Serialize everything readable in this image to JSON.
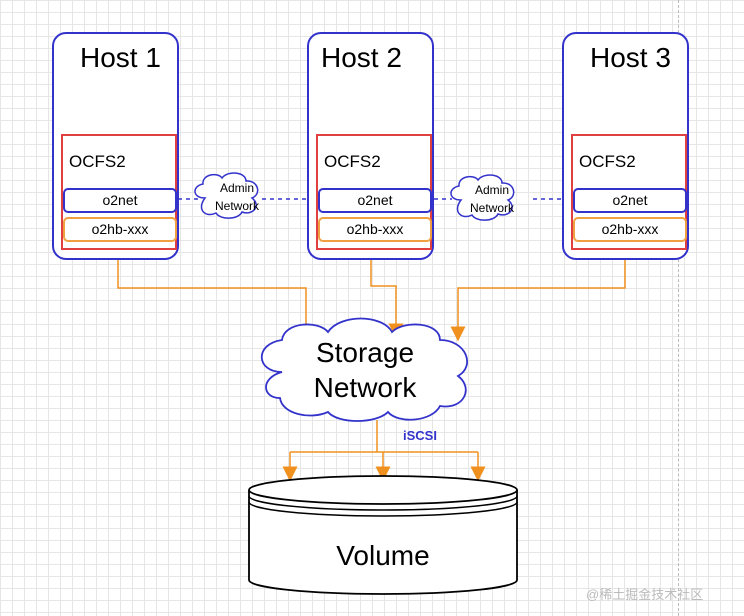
{
  "hosts": [
    {
      "title": "Host 1",
      "ocfs_label": "OCFS2",
      "o2net": "o2net",
      "o2hb": "o2hb-xxx"
    },
    {
      "title": "Host 2",
      "ocfs_label": "OCFS2",
      "o2net": "o2net",
      "o2hb": "o2hb-xxx"
    },
    {
      "title": "Host 3",
      "ocfs_label": "OCFS2",
      "o2net": "o2net",
      "o2hb": "o2hb-xxx"
    }
  ],
  "admin_networks": [
    {
      "line1": "Admin",
      "line2": "Network"
    },
    {
      "line1": "Admin",
      "line2": "Network"
    }
  ],
  "storage": {
    "line1": "Storage",
    "line2": "Network"
  },
  "iscsi_label": "iSCSI",
  "volume_label": "Volume",
  "watermark": "@稀土掘金技术社区",
  "colors": {
    "host_border": "#3333cc",
    "ocfs_border": "#e04040",
    "o2hb_border": "#f0a040",
    "arrow": "#f0901e",
    "iscsi_text": "#3333cc"
  }
}
